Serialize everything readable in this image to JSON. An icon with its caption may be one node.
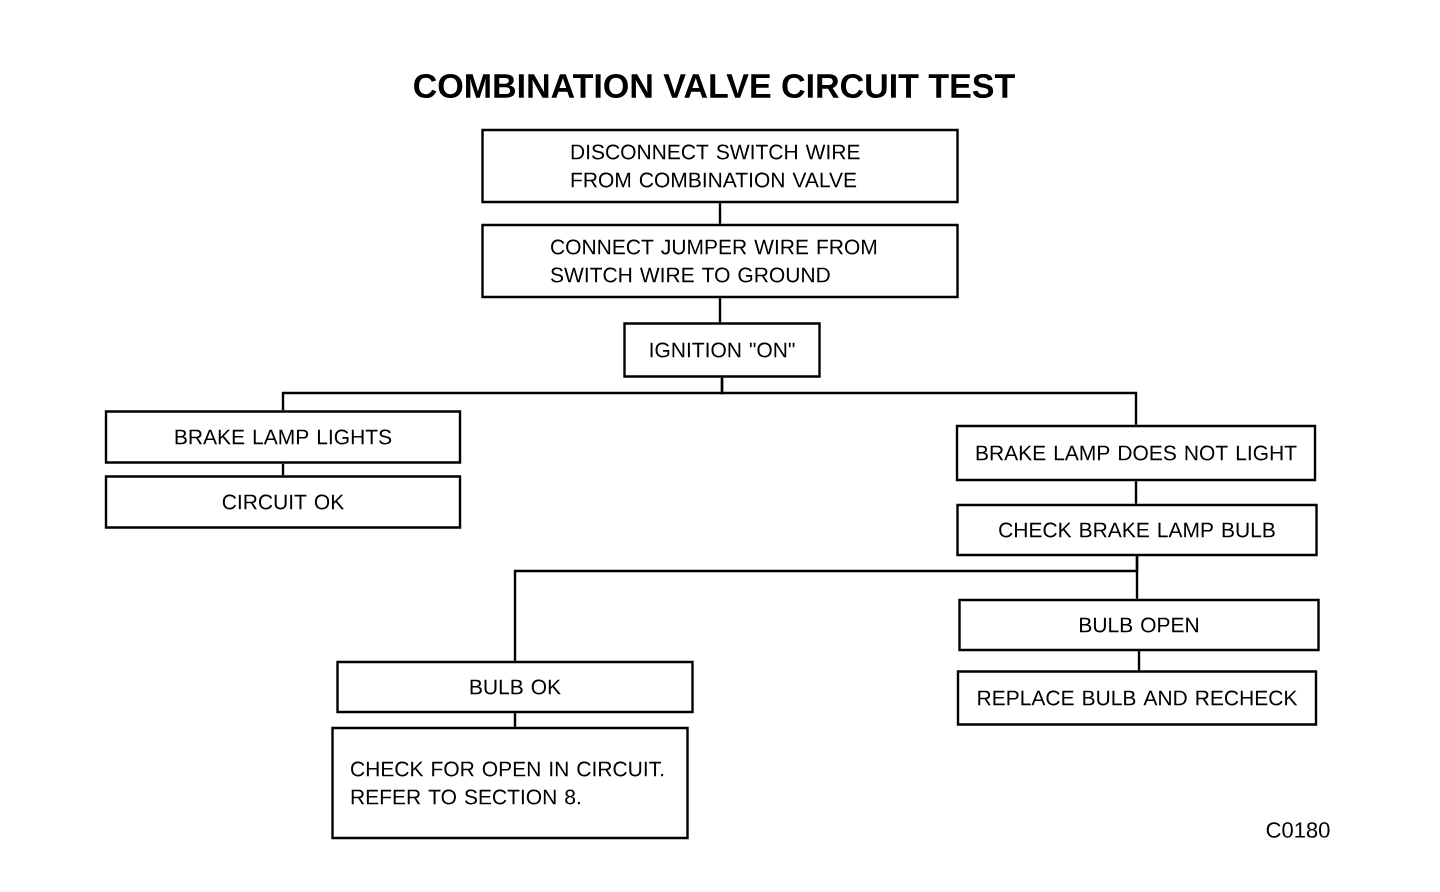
{
  "diagram": {
    "title": "COMBINATION VALVE CIRCUIT TEST",
    "nodes": [
      {
        "text": [
          "DISCONNECT SWITCH WIRE FROM COMBINATION VALVE"
        ]
      },
      {
        "text": [
          "CONNECT JUMPER WIRE FROM SWITCH WIRE TO GROUND"
        ]
      },
      {
        "text": [
          "IGNITION \"ON\""
        ]
      },
      {
        "text": [
          "BRAKE LAMP LIGHTS"
        ]
      },
      {
        "text": [
          "CIRCUIT OK"
        ]
      },
      {
        "text": [
          "BRAKE LAMP DOES NOT LIGHT"
        ]
      },
      {
        "text": [
          "CHECK BRAKE LAMP BULB"
        ]
      },
      {
        "text": [
          "BULB OPEN"
        ]
      },
      {
        "text": [
          "REPLACE BULB AND RECHECK"
        ]
      },
      {
        "text": [
          "BULB OK"
        ]
      },
      {
        "text": [
          "CHECK FOR OPEN IN CIRCUIT. REFER TO SECTION 8."
        ]
      }
    ],
    "edges": [
      {
        "from": 0,
        "to": 1,
        "arrow": "none"
      },
      {
        "from": 1,
        "to": 2,
        "arrow": "none"
      },
      {
        "from": 2,
        "to": 3,
        "arrow": "none"
      },
      {
        "from": 2,
        "to": 5,
        "arrow": "none"
      },
      {
        "from": 3,
        "to": 4,
        "arrow": "none"
      },
      {
        "from": 5,
        "to": 6,
        "arrow": "none"
      },
      {
        "from": 6,
        "to": 7,
        "arrow": "none"
      },
      {
        "from": 6,
        "to": 9,
        "arrow": "none"
      },
      {
        "from": 7,
        "to": 8,
        "arrow": "none"
      },
      {
        "from": 9,
        "to": 10,
        "arrow": "none"
      }
    ],
    "labels": [
      "C0180"
    ]
  }
}
